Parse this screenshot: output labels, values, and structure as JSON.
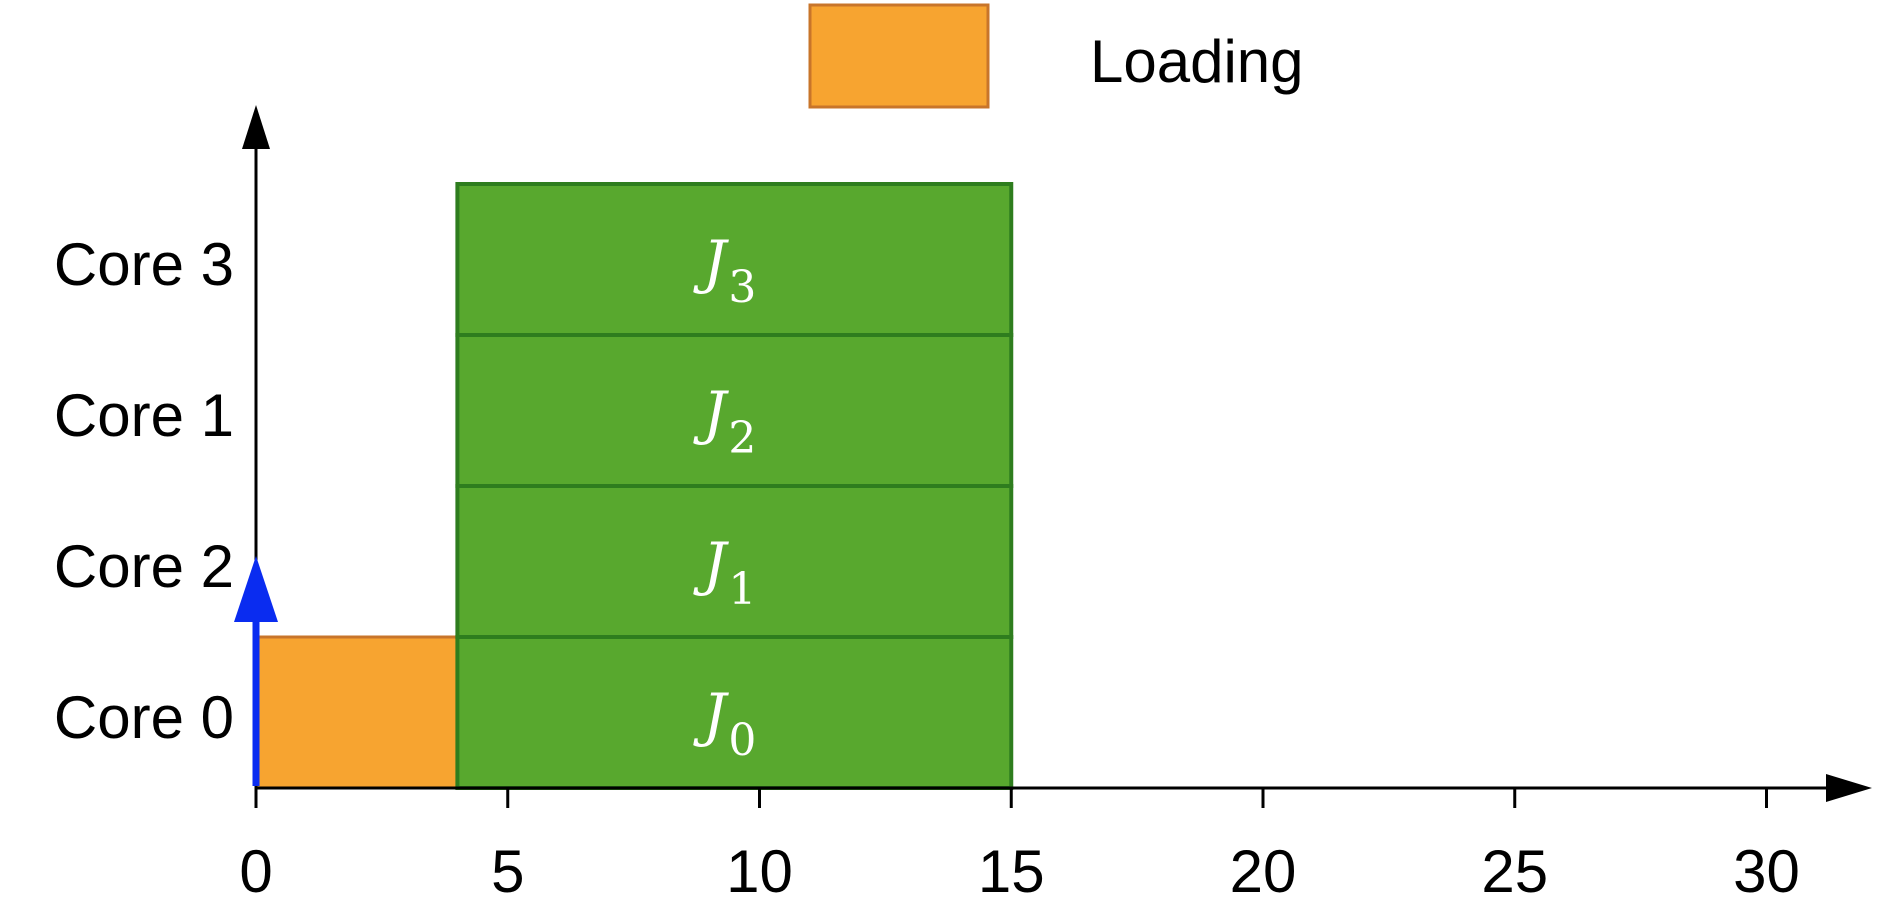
{
  "legend": {
    "items": [
      {
        "label": "Loading",
        "color": "#f7a430",
        "border": "#c8752a"
      }
    ]
  },
  "x_axis": {
    "ticks": [
      "0",
      "5",
      "10",
      "15",
      "20",
      "25",
      "30"
    ],
    "range": [
      0,
      30
    ]
  },
  "y_axis": {
    "rows": [
      "Core 0",
      "Core 2",
      "Core 1",
      "Core 3"
    ]
  },
  "phases": [
    {
      "kind": "Loading",
      "row": 0,
      "start": 0,
      "end": 4,
      "color": "#f7a430",
      "border": "#c8752a"
    }
  ],
  "jobs": [
    {
      "base": "J",
      "sub": "0",
      "row": 0,
      "start": 4,
      "end": 15
    },
    {
      "base": "J",
      "sub": "1",
      "row": 1,
      "start": 4,
      "end": 15
    },
    {
      "base": "J",
      "sub": "2",
      "row": 2,
      "start": 4,
      "end": 15
    },
    {
      "base": "J",
      "sub": "3",
      "row": 3,
      "start": 4,
      "end": 15
    }
  ],
  "job_style": {
    "fill": "#58a82e",
    "border": "#2e7d1e"
  },
  "arrival_marker": {
    "time": 0,
    "color": "#0a2cf0"
  }
}
